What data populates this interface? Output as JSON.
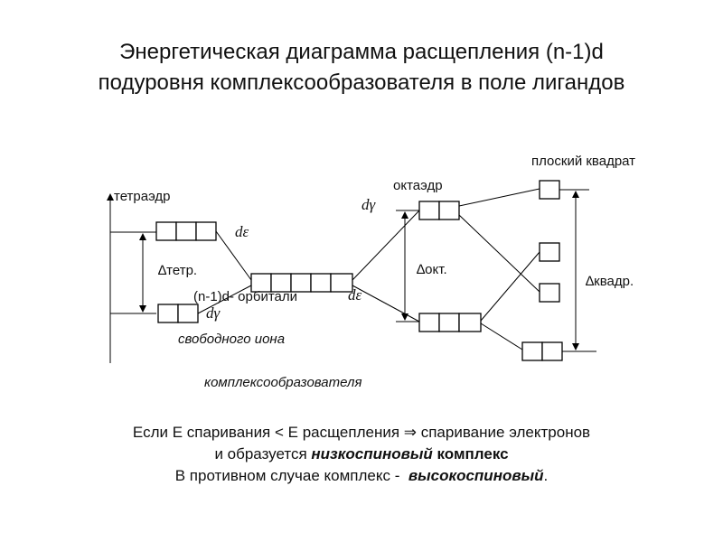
{
  "title": {
    "line1": "Энергетическая диаграмма расщепления (n-1)d",
    "line2": "подуровня комплексообразователя в поле лигандов"
  },
  "diagram": {
    "tetrahedron": "тетраэдр",
    "d_epsilon": "dε",
    "d_gamma": "dγ",
    "delta_tetr": "∆тетр.",
    "free_ion_orbitals": "(n-1)d- орбитали",
    "free_ion_line1": "свободного иона",
    "free_ion_line2": "комплексообразователя",
    "octahedron": "октаэдр",
    "delta_oct": "∆окт.",
    "square_planar": "плоский квадрат",
    "delta_square": "∆квадр."
  },
  "conclusion": {
    "line1": "Если Е спаривания  <  Е расщепления ⇒ спаривание электронов",
    "line2_prefix": "и образуется ",
    "line2_emph": "низкоспиновый",
    "line2_suffix": " комплекс",
    "line3_prefix": "В противном случае комплекс -  ",
    "line3_emph": "высокоспиновый",
    "line3_suffix": "."
  }
}
